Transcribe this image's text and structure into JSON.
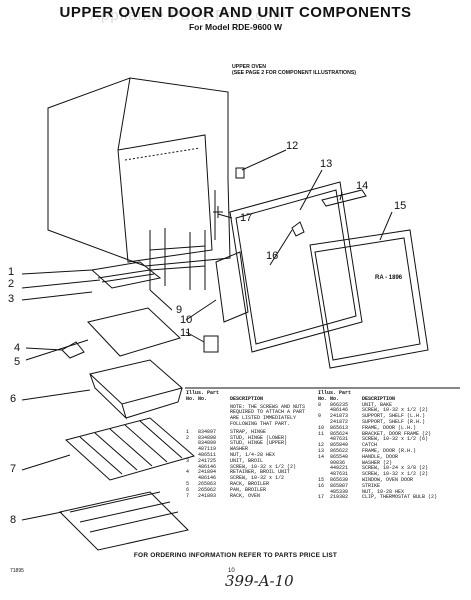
{
  "page": {
    "title": "UPPER OVEN DOOR AND UNIT COMPONENTS",
    "subtitle": "For Model RDE-9600 W",
    "watermark": "Appliance Parts Pros.com",
    "upper_oven_note": "UPPER OVEN\n(SEE PAGE 2 FOR COMPONENT ILLUSTRATIONS)",
    "fig_code": "RA - 1896",
    "footer": "FOR ORDERING INFORMATION REFER TO PARTS PRICE LIST",
    "code_left": "71895",
    "page_number": "10",
    "handwritten": "399-A-10"
  },
  "callouts": [
    "1",
    "2",
    "3",
    "4",
    "5",
    "6",
    "7",
    "8",
    "9",
    "10",
    "11",
    "12",
    "13",
    "14",
    "15",
    "16",
    "17"
  ],
  "parts_left": {
    "headers": [
      "Illus. Part",
      "No.  No.",
      "DESCRIPTION"
    ],
    "note": "NOTE: THE SCREWS AND NUTS REQUIRED TO ATTACH A PART ARE LISTED IMMEDIATELY FOLLOWING THAT PART.",
    "rows": [
      [
        "1",
        "834897",
        "STRAP, HINGE"
      ],
      [
        "2",
        "834898",
        "STUD, HINGE (LOWER)"
      ],
      [
        "",
        "834899",
        "STUD, HINGE (UPPER)"
      ],
      [
        "",
        "487119",
        "WASHER"
      ],
      [
        "",
        "486511",
        "NUT, 1/4-28 HEX"
      ],
      [
        "3",
        "241725",
        "UNIT, BROIL"
      ],
      [
        "",
        "486146",
        "SCREW, 10-32 x 1/2 (2)"
      ],
      [
        "4",
        "241894",
        "RETAINER, BROIL UNIT"
      ],
      [
        "",
        "486146",
        "SCREW, 10-32 x 1/2"
      ],
      [
        "5",
        "265063",
        "RACK, BROILER"
      ],
      [
        "6",
        "265062",
        "PAN, BROILER"
      ],
      [
        "7",
        "241893",
        "RACK, OVEN"
      ]
    ]
  },
  "parts_right": {
    "headers": [
      "Illus. Part",
      "No.  No.",
      "DESCRIPTION"
    ],
    "rows": [
      [
        "8",
        "866235",
        "UNIT, BAKE"
      ],
      [
        "",
        "486146",
        "SCREW, 10-32 x 1/2 (2)"
      ],
      [
        "9",
        "241873",
        "SUPPORT, SHELF (L.H.)"
      ],
      [
        "",
        "241872",
        "SUPPORT, SHELF (R.H.)"
      ],
      [
        "10",
        "865613",
        "FRAME, DOOR (L.H.)"
      ],
      [
        "11",
        "865624",
        "BRACKET, DOOR FRAME (2)"
      ],
      [
        "",
        "487631",
        "SCREW, 10-32 x 1/2 (6)"
      ],
      [
        "12",
        "865849",
        "CATCH"
      ],
      [
        "13",
        "865622",
        "FRAME, DOOR (R.H.)"
      ],
      [
        "14",
        "865540",
        "HANDLE, DOOR"
      ],
      [
        "",
        "90036",
        "WASHER (2)"
      ],
      [
        "",
        "449221",
        "SCREW, 10-24 x 3/8 (2)"
      ],
      [
        "",
        "487631",
        "SCREW, 10-32 x 1/2 (2)"
      ],
      [
        "15",
        "865630",
        "WINDOW, OVEN DOOR"
      ],
      [
        "16",
        "865807",
        "STRIKE"
      ],
      [
        "",
        "485330",
        "NUT, 10-28 HEX"
      ],
      [
        "17",
        "219382",
        "CLIP, THERMOSTAT BULB (2)"
      ]
    ]
  }
}
